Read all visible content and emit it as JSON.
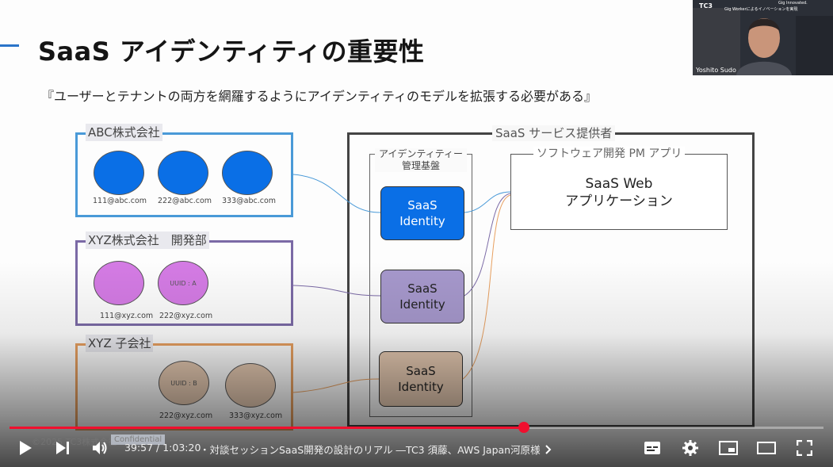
{
  "slide": {
    "title": "SaaS アイデンティティの重要性",
    "subtitle": "『ユーザーとテナントの両方を網羅するようにアイデンティティのモデルを拡張する必要がある』",
    "tenants": [
      {
        "label": "ABC株式会社",
        "color": "#4a9ad8",
        "users": [
          {
            "email": "111@abc.com",
            "fill": "#0a6fe6"
          },
          {
            "email": "222@abc.com",
            "fill": "#0a6fe6"
          },
          {
            "email": "333@abc.com",
            "fill": "#0a6fe6"
          }
        ]
      },
      {
        "label": "XYZ株式会社　開発部",
        "color": "#7b6aa6",
        "users": [
          {
            "email": "111@xyz.com",
            "fill": "#d47be4"
          },
          {
            "email": "222@xyz.com",
            "uuid": "UUID : A",
            "fill": "#d47be4"
          }
        ]
      },
      {
        "label": "XYZ 子会社",
        "color": "#e8a060",
        "users": [
          {
            "email": "222@xyz.com",
            "uuid": "UUID : B",
            "fill": "#e4c8b0"
          },
          {
            "email": "333@xyz.com",
            "fill": "#e4c8b0"
          }
        ]
      }
    ],
    "provider": {
      "label": "SaaS サービス提供者",
      "identity_platform": {
        "label": "アイデンティティー管理基盤",
        "identities": [
          {
            "line1": "SaaS",
            "line2": "Identity",
            "fill": "#0a6fe6"
          },
          {
            "line1": "SaaS",
            "line2": "Identity",
            "fill": "#a698cc"
          },
          {
            "line1": "SaaS",
            "line2": "Identity",
            "fill": "#e4c8b0"
          }
        ]
      },
      "app": {
        "label": "ソフトウェア開発 PM アプリ",
        "name_line1": "SaaS Web",
        "name_line2": "アプリケーション"
      }
    },
    "footer": {
      "copyright": "©2025 TC3株式会社",
      "badge": "Confidential"
    }
  },
  "webcam": {
    "brand": "TC3",
    "tagline": "Gig Innovated.",
    "banner": "Gig Workerによるイノベーションを実現",
    "name": "Yoshito Sudo"
  },
  "player": {
    "progress_fraction": 0.63,
    "accent_color": "#f00f2e",
    "current_time": "39:57",
    "duration": "1:03:20",
    "time_separator": " / ",
    "chapter_title": "・対談セッションSaaS開発の設計のリアル ―TC3 須藤、AWS Japan河原様",
    "controls": {
      "play": "play-icon",
      "next": "next-icon",
      "volume": "volume-icon",
      "subtitles": "subtitles-icon",
      "settings": "gear-icon",
      "miniplayer": "miniplayer-icon",
      "theater": "theater-icon",
      "fullscreen": "fullscreen-icon"
    }
  }
}
